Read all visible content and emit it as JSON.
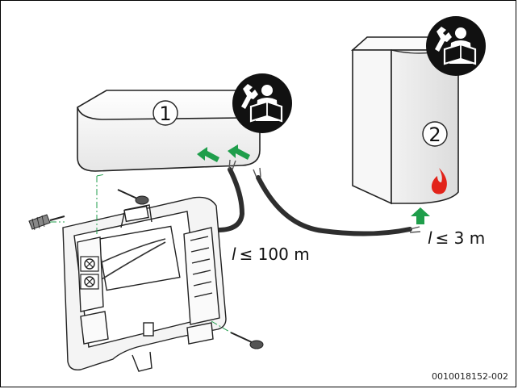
{
  "callouts": {
    "module": "1",
    "boiler": "2"
  },
  "lengths": {
    "bus_cable_symbol": "l",
    "bus_cable_value": "≤ 100 m",
    "appliance_cable_symbol": "l",
    "appliance_cable_value": "≤ 3 m"
  },
  "document_code": "0010018152-002",
  "icons": {
    "manual": "installer-manual-icon",
    "flame": "flame-icon",
    "arrow": "green-arrow-icon"
  },
  "colors": {
    "arrow_green": "#1f9e4b",
    "flame_red": "#e2231a",
    "cable": "#2e2e2e"
  }
}
